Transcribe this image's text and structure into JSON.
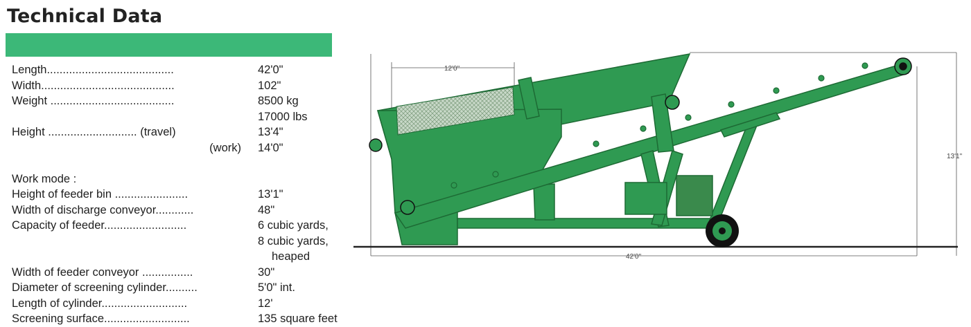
{
  "heading": "Technical Data",
  "colors": {
    "accent_bar": "#3cb878",
    "machine_green": "#2f9a52"
  },
  "specs": {
    "length": {
      "label": "Length........................................",
      "value": "42'0\""
    },
    "width": {
      "label": "Width..........................................",
      "value": "102\""
    },
    "weight": {
      "label": "Weight .......................................",
      "value": "8500 kg",
      "value2": "17000 lbs"
    },
    "height": {
      "label": "Height ............................ (travel)",
      "value": "13'4\"",
      "label2": "(work)",
      "value2": "14'0\""
    },
    "work_mode": "Work mode :",
    "feeder_bin": {
      "label": "Height of feeder bin .......................",
      "value": "13'1\""
    },
    "discharge": {
      "label": "Width of discharge conveyor............",
      "value": "48\""
    },
    "capacity": {
      "label": "Capacity of feeder..........................",
      "value": "6 cubic yards,",
      "value2": "8 cubic yards,",
      "value3": "heaped"
    },
    "feeder_conveyor": {
      "label": "Width of feeder conveyor ................",
      "value": "30\""
    },
    "diameter": {
      "label": "Diameter of screening cylinder..........",
      "value": "5'0\" int."
    },
    "cyl_length": {
      "label": "Length of cylinder...........................",
      "value": "12'"
    },
    "surface": {
      "label": "Screening surface...........................",
      "value": "135 square feet"
    }
  },
  "diagram": {
    "dim_top": "12'0\"",
    "dim_bottom": "42'0\"",
    "dim_right": "13'1\""
  }
}
